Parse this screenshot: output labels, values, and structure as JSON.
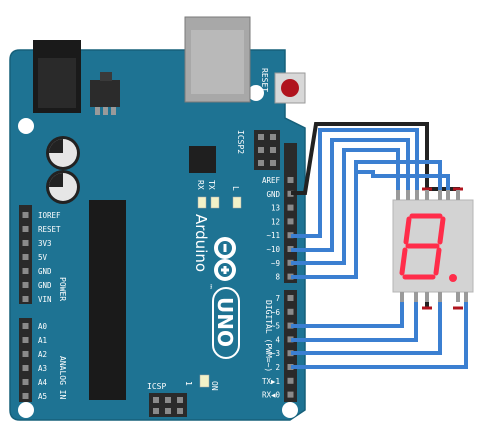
{
  "board": {
    "reset": "RESET",
    "icsp2": "ICSP2",
    "icsp": "ICSP",
    "icsp_pin1": "1",
    "tx": "TX",
    "rx": "RX",
    "l": "L",
    "brand": "Arduino",
    "uno": "UNO",
    "tm": "™",
    "on": "ON",
    "power_header": [
      "IOREF",
      "RESET",
      "3V3",
      "5V",
      "GND",
      "GND",
      "VIN"
    ],
    "power_section": "POWER",
    "analog_header": [
      "A0",
      "A1",
      "A2",
      "A3",
      "A4",
      "A5"
    ],
    "analog_section": "ANALOG IN",
    "digital_top": [
      "AREF",
      "GND",
      "13",
      "12",
      "~11",
      "~10",
      "~9",
      "8"
    ],
    "digital_bottom": [
      "7",
      "~6",
      "~5",
      "4",
      "~3",
      "2",
      "TX▶1",
      "RX◀0"
    ],
    "digital_section": "DIGITAL (PWM=~)"
  },
  "display": {
    "digit": "8",
    "decimal_point": "."
  },
  "colors": {
    "board": "#1e7393",
    "wire_signal": "#3b7fd1",
    "wire_ground": "#222222",
    "segment": "#ff2d4a",
    "display_body": "#d3d3d3"
  }
}
